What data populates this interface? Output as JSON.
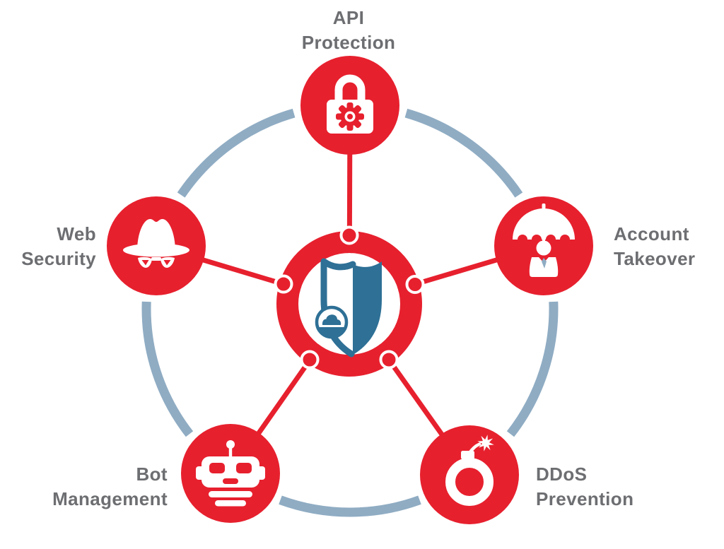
{
  "diagram_title": "Security services hub diagram",
  "colors": {
    "node_red": "#e7202e",
    "outer_ring_blue": "#8facc3",
    "shield_blue": "#2e7096",
    "label_gray": "#6d6e71",
    "icon_white": "#ffffff",
    "tie_blue": "#8facc3"
  },
  "hub": {
    "icon": "shield-cloud-icon"
  },
  "nodes": [
    {
      "id": "api-protection",
      "label": "API\nProtection",
      "icon": "lock-gear-icon",
      "position": "top"
    },
    {
      "id": "account-takeover",
      "label": "Account\nTakeover",
      "icon": "umbrella-person-icon",
      "position": "right"
    },
    {
      "id": "ddos-prevention",
      "label": "DDoS\nPrevention",
      "icon": "bomb-icon",
      "position": "bottom-right"
    },
    {
      "id": "bot-management",
      "label": "Bot\nManagement",
      "icon": "robot-icon",
      "position": "bottom-left"
    },
    {
      "id": "web-security",
      "label": "Web\nSecurity",
      "icon": "spy-hat-icon",
      "position": "left"
    }
  ]
}
